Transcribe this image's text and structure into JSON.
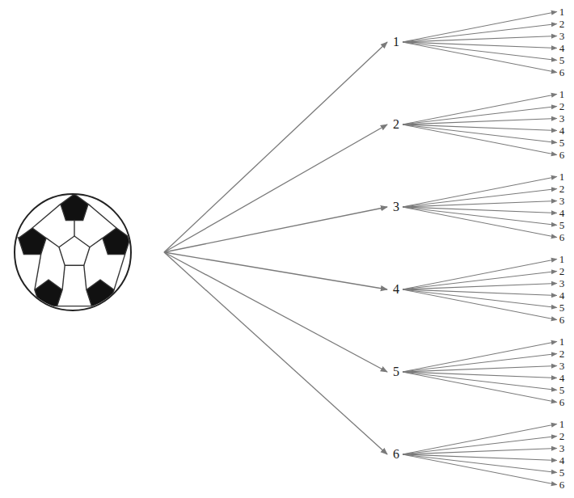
{
  "diagram": {
    "nodes": [
      {
        "text": [
          "1"
        ]
      },
      {
        "text": [
          "1"
        ]
      },
      {
        "text": [
          "2"
        ]
      },
      {
        "text": [
          "3"
        ]
      },
      {
        "text": [
          "4"
        ]
      },
      {
        "text": [
          "5"
        ]
      },
      {
        "text": [
          "6"
        ]
      },
      {
        "text": [
          "2"
        ]
      },
      {
        "text": [
          "1"
        ]
      },
      {
        "text": [
          "2"
        ]
      },
      {
        "text": [
          "3"
        ]
      },
      {
        "text": [
          "4"
        ]
      },
      {
        "text": [
          "5"
        ]
      },
      {
        "text": [
          "6"
        ]
      },
      {
        "text": [
          "3"
        ]
      },
      {
        "text": [
          "1"
        ]
      },
      {
        "text": [
          "2"
        ]
      },
      {
        "text": [
          "3"
        ]
      },
      {
        "text": [
          "4"
        ]
      },
      {
        "text": [
          "5"
        ]
      },
      {
        "text": [
          "6"
        ]
      },
      {
        "text": [
          "4"
        ]
      },
      {
        "text": [
          "1"
        ]
      },
      {
        "text": [
          "2"
        ]
      },
      {
        "text": [
          "3"
        ]
      },
      {
        "text": [
          "4"
        ]
      },
      {
        "text": [
          "5"
        ]
      },
      {
        "text": [
          "6"
        ]
      },
      {
        "text": [
          "5"
        ]
      },
      {
        "text": [
          "1"
        ]
      },
      {
        "text": [
          "2"
        ]
      },
      {
        "text": [
          "3"
        ]
      },
      {
        "text": [
          "4"
        ]
      },
      {
        "text": [
          "5"
        ]
      },
      {
        "text": [
          "6"
        ]
      },
      {
        "text": [
          "6"
        ]
      },
      {
        "text": [
          "1"
        ]
      },
      {
        "text": [
          "2"
        ]
      },
      {
        "text": [
          "3"
        ]
      },
      {
        "text": [
          "4"
        ]
      },
      {
        "text": [
          "5"
        ]
      },
      {
        "text": [
          "6"
        ]
      }
    ],
    "edges": [
      {
        "from": 0,
        "to": 1,
        "arrow": "to"
      },
      {
        "from": 0,
        "to": 2,
        "arrow": "to"
      },
      {
        "from": 0,
        "to": 3,
        "arrow": "to"
      },
      {
        "from": 0,
        "to": 4,
        "arrow": "to"
      },
      {
        "from": 0,
        "to": 5,
        "arrow": "to"
      },
      {
        "from": 0,
        "to": 6,
        "arrow": "to"
      },
      {
        "from": 7,
        "to": 8,
        "arrow": "to"
      },
      {
        "from": 7,
        "to": 9,
        "arrow": "to"
      },
      {
        "from": 7,
        "to": 10,
        "arrow": "to"
      },
      {
        "from": 7,
        "to": 11,
        "arrow": "to"
      },
      {
        "from": 7,
        "to": 12,
        "arrow": "to"
      },
      {
        "from": 7,
        "to": 13,
        "arrow": "to"
      },
      {
        "from": 14,
        "to": 15,
        "arrow": "to"
      },
      {
        "from": 14,
        "to": 16,
        "arrow": "to"
      },
      {
        "from": 14,
        "to": 17,
        "arrow": "to"
      },
      {
        "from": 14,
        "to": 18,
        "arrow": "to"
      },
      {
        "from": 14,
        "to": 19,
        "arrow": "to"
      },
      {
        "from": 14,
        "to": 20,
        "arrow": "to"
      },
      {
        "from": 21,
        "to": 22,
        "arrow": "to"
      },
      {
        "from": 21,
        "to": 23,
        "arrow": "to"
      },
      {
        "from": 21,
        "to": 24,
        "arrow": "to"
      },
      {
        "from": 21,
        "to": 25,
        "arrow": "to"
      },
      {
        "from": 21,
        "to": 26,
        "arrow": "to"
      },
      {
        "from": 21,
        "to": 27,
        "arrow": "to"
      },
      {
        "from": 28,
        "to": 29,
        "arrow": "to"
      },
      {
        "from": 28,
        "to": 30,
        "arrow": "to"
      },
      {
        "from": 28,
        "to": 31,
        "arrow": "to"
      },
      {
        "from": 28,
        "to": 32,
        "arrow": "to"
      },
      {
        "from": 28,
        "to": 33,
        "arrow": "to"
      },
      {
        "from": 28,
        "to": 34,
        "arrow": "to"
      },
      {
        "from": 35,
        "to": 36,
        "arrow": "to"
      },
      {
        "from": 35,
        "to": 37,
        "arrow": "to"
      },
      {
        "from": 35,
        "to": 38,
        "arrow": "to"
      },
      {
        "from": 35,
        "to": 39,
        "arrow": "to"
      },
      {
        "from": 35,
        "to": 40,
        "arrow": "to"
      },
      {
        "from": 35,
        "to": 41,
        "arrow": "to"
      }
    ]
  }
}
